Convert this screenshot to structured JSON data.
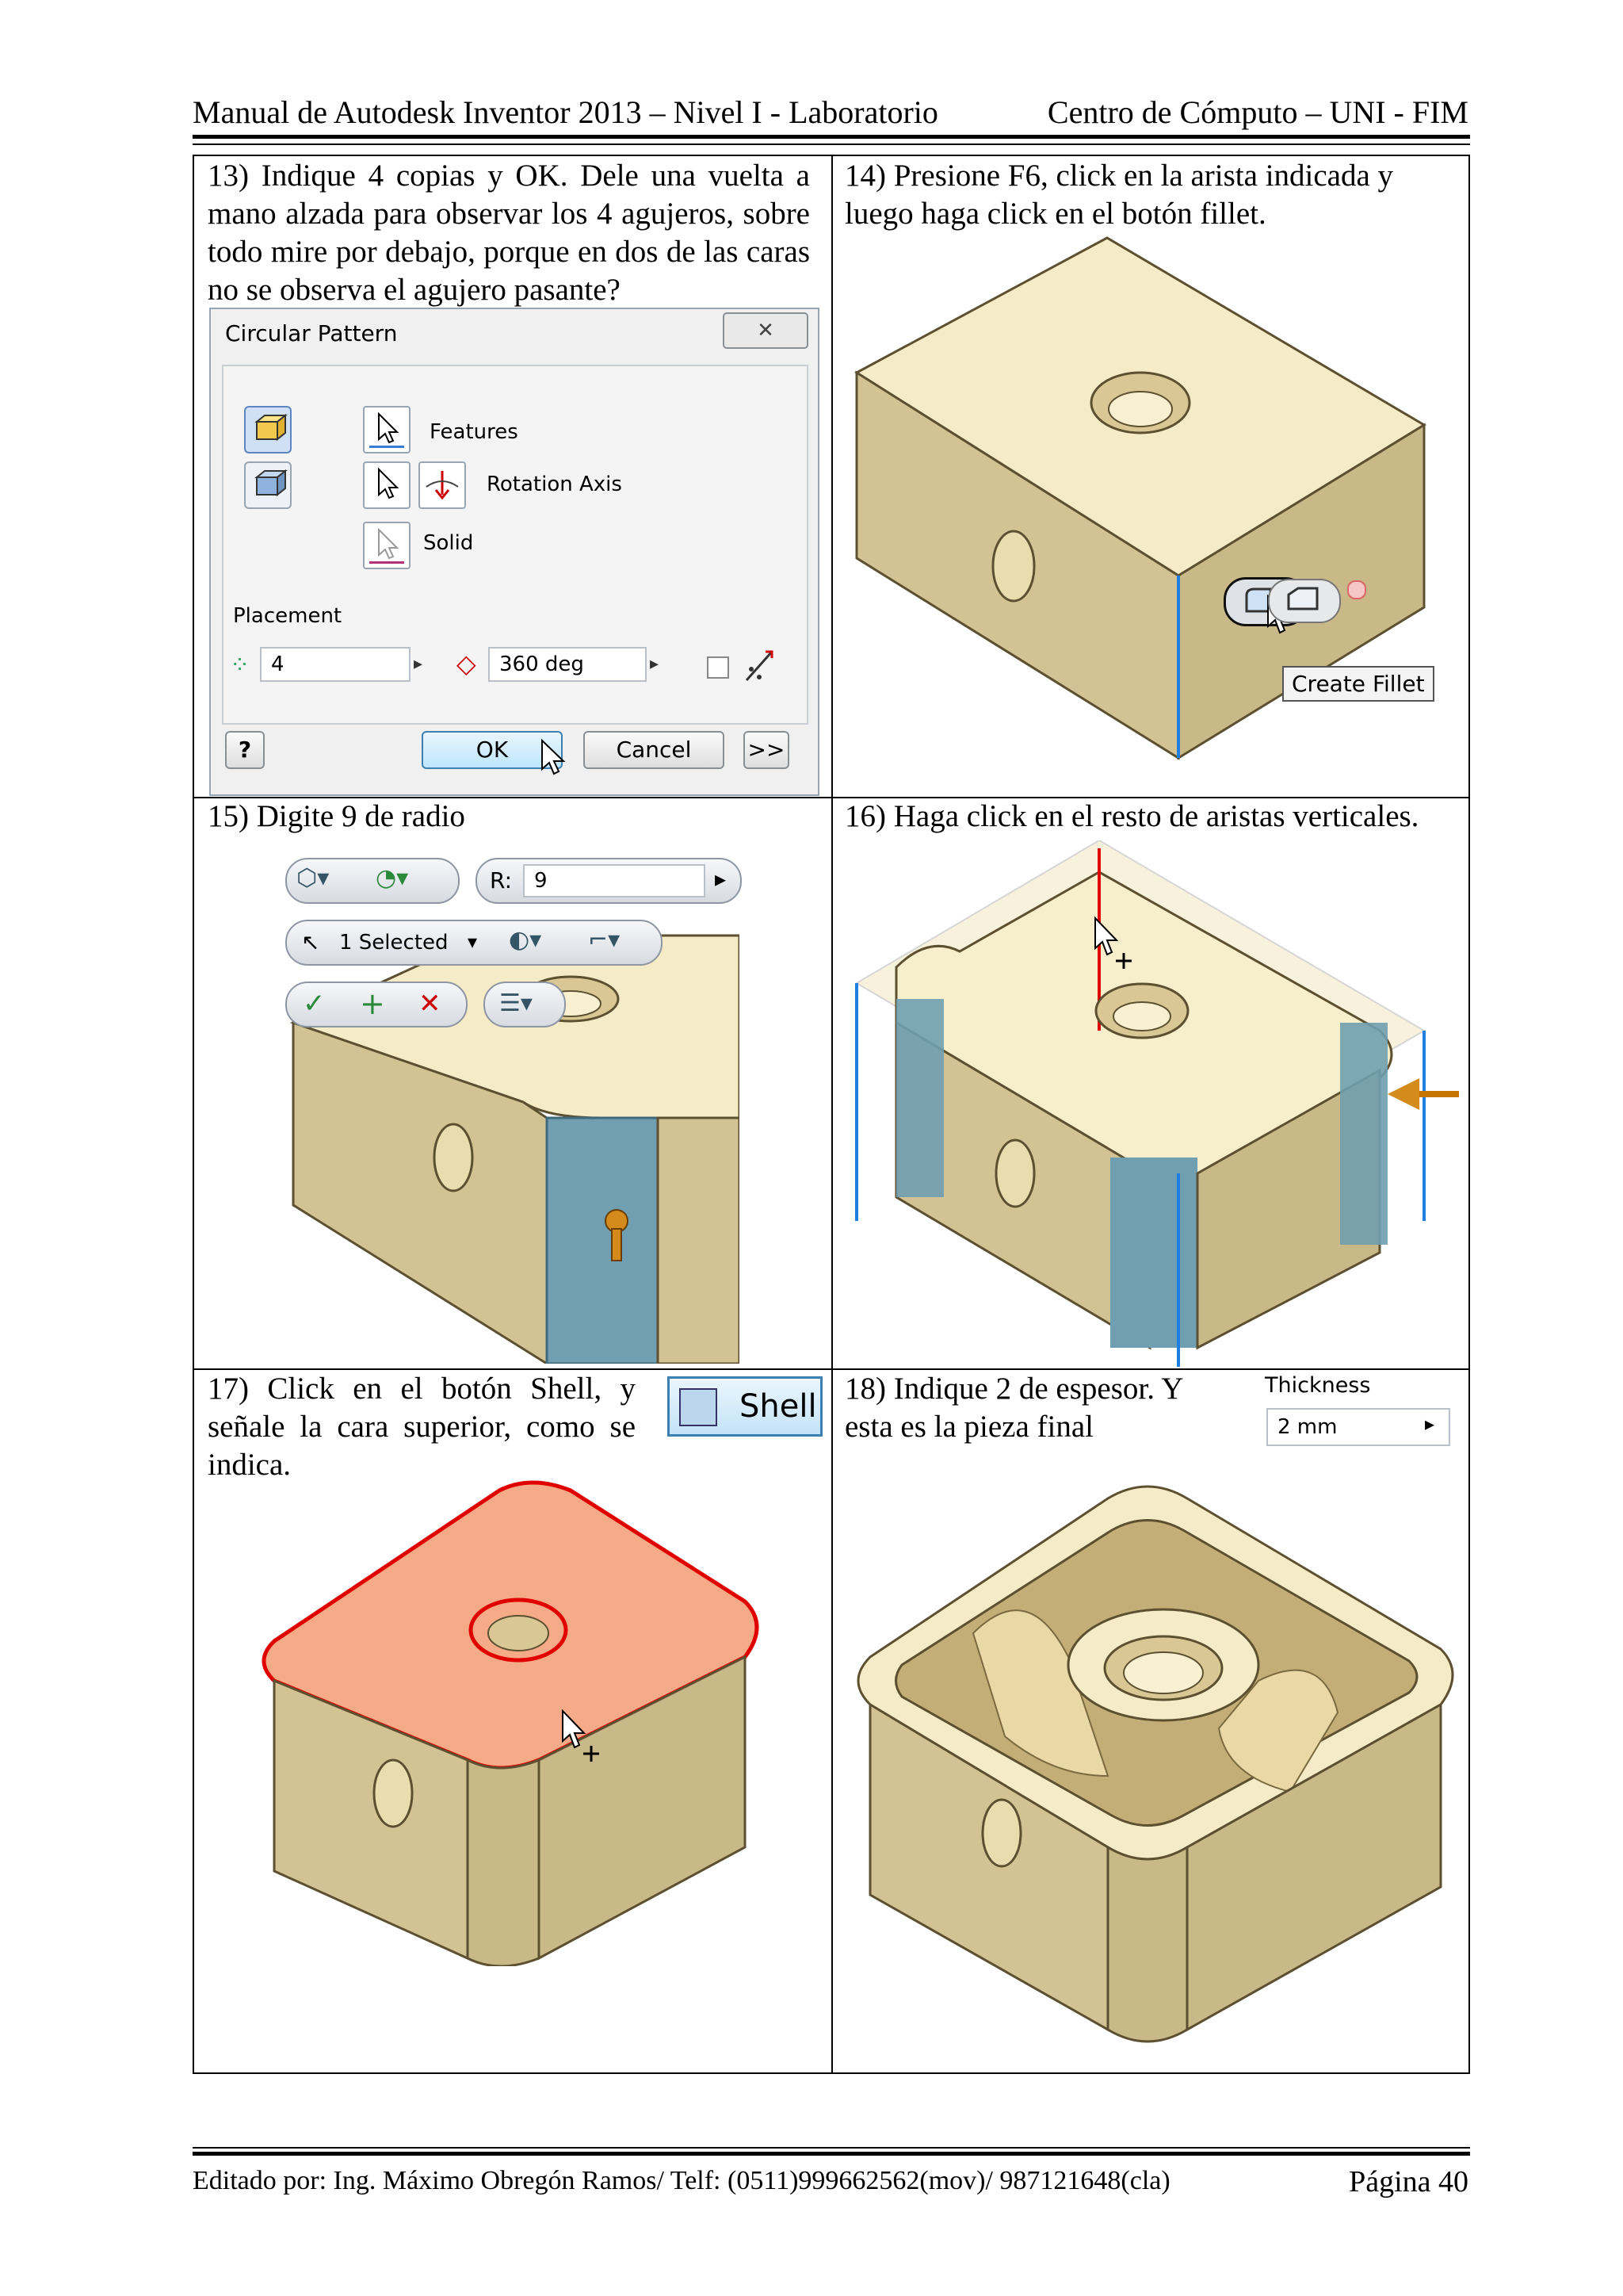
{
  "header": {
    "left": "Manual de Autodesk Inventor 2013 – Nivel I - Laboratorio",
    "right": "Centro de Cómputo – UNI - FIM"
  },
  "steps": [
    {
      "text": "13) Indique 4 copias y OK. Dele una vuelta a mano alzada para observar los 4 agujeros, sobre todo mire por debajo, porque en dos de las caras no se observa el agujero pasante?"
    },
    {
      "text": "14) Presione F6, click en la arista indicada y luego haga click en el botón fillet."
    },
    {
      "text": "15) Digite 9 de radio"
    },
    {
      "text": "16) Haga click en el resto de aristas verticales."
    },
    {
      "text": "17) Click en el botón Shell, y señale la cara superior, como se indica."
    },
    {
      "text": "18) Indique 2 de espesor. Y esta es la pieza final"
    }
  ],
  "circular_pattern": {
    "title": "Circular Pattern",
    "close": "✕",
    "features_label": "Features",
    "rotation_axis_label": "Rotation Axis",
    "solid_label": "Solid",
    "placement_label": "Placement",
    "count": "4",
    "angle": "360 deg",
    "ok": "OK",
    "cancel": "Cancel",
    "more": ">>",
    "help": "?"
  },
  "fillet_tooltip": "Create Fillet",
  "minitoolbar": {
    "radius_label": "R:",
    "radius_value": "9",
    "selected": "1 Selected"
  },
  "shell_button": "Shell",
  "thickness": {
    "label": "Thickness",
    "value": "2 mm"
  },
  "footer": {
    "left": "Editado por: Ing. Máximo Obregón Ramos/ Telf: (0511)999662562(mov)/ 987121648(cla)",
    "right": "Página 40"
  },
  "colors": {
    "part_top": "#f6ecc8",
    "part_side": "#d8c99c",
    "part_dark": "#b9a676",
    "fillet_blue": "#6f9fb0",
    "select_red": "#e00000",
    "face_highlight": "#f5a98a"
  }
}
